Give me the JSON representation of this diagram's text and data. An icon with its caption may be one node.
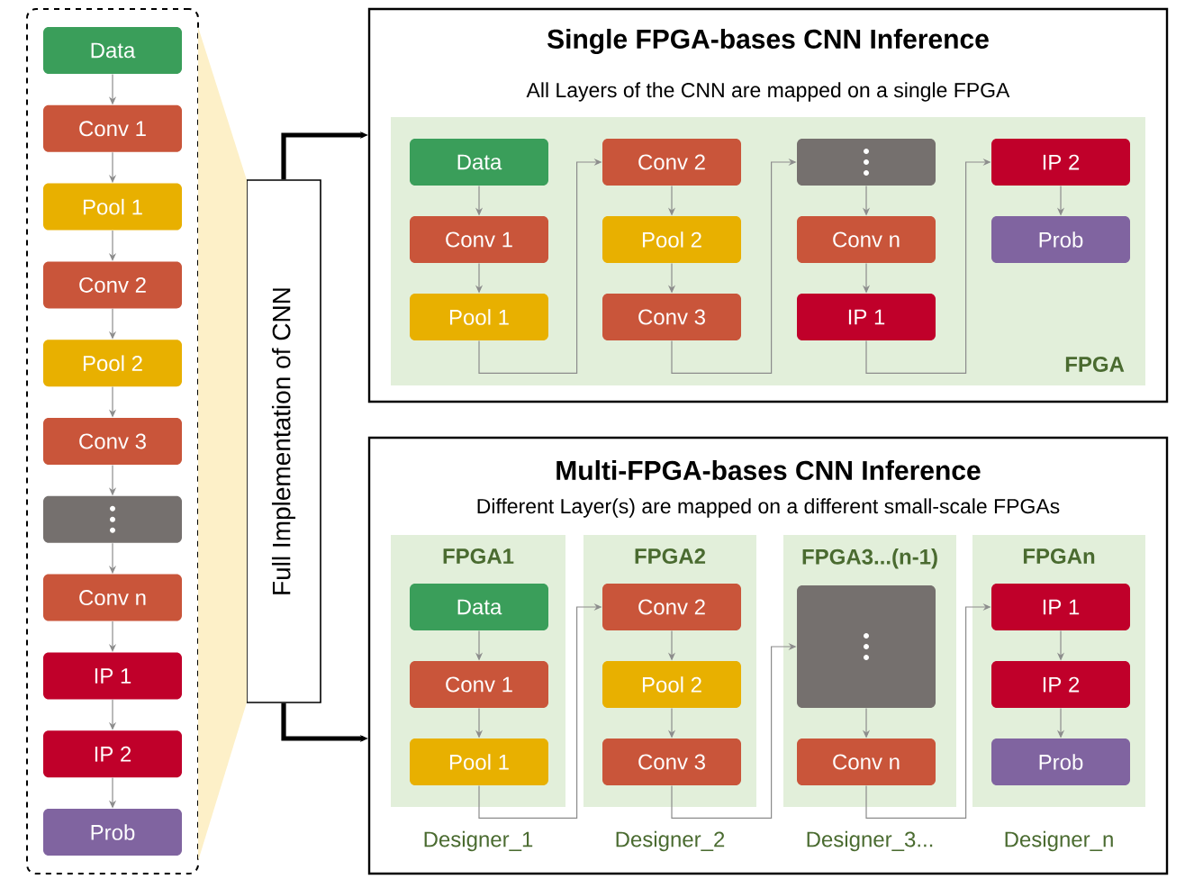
{
  "diagram": {
    "nodes": [
      {
        "text": [],
        "shape": "box"
      },
      {
        "text": [
          "Data"
        ],
        "in": 0
      },
      {
        "text": [
          "Conv 1"
        ],
        "in": 0
      },
      {
        "text": [
          "Pool 1"
        ],
        "in": 0
      },
      {
        "text": [
          "Conv 2"
        ],
        "in": 0
      },
      {
        "text": [
          "Pool 2"
        ],
        "in": 0
      },
      {
        "text": [
          "Conv 3"
        ],
        "in": 0
      },
      {
        "text": [],
        "shape": "box",
        "in": 0
      },
      {
        "text": [
          "Conv n"
        ],
        "in": 0
      },
      {
        "text": [
          "IP 1"
        ],
        "in": 0
      },
      {
        "text": [
          "IP 2"
        ],
        "in": 0
      },
      {
        "text": [
          "Prob"
        ],
        "in": 0
      },
      {
        "text": [
          "Full Implementation of CNN"
        ]
      },
      {
        "text": [
          "Single FPGA-bases CNN Inference",
          "All Layers of the CNN are mapped on a single FPGA"
        ]
      },
      {
        "text": [
          "FPGA"
        ],
        "in": 13
      },
      {
        "text": [
          "Data"
        ],
        "in": 14
      },
      {
        "text": [
          "Conv 1"
        ],
        "in": 14
      },
      {
        "text": [
          "Pool 1"
        ],
        "in": 14
      },
      {
        "text": [
          "Conv 2"
        ],
        "in": 14
      },
      {
        "text": [
          "Pool 2"
        ],
        "in": 14
      },
      {
        "text": [
          "Conv 3"
        ],
        "in": 14
      },
      {
        "text": [],
        "shape": "box",
        "in": 14
      },
      {
        "text": [
          "Conv n"
        ],
        "in": 14
      },
      {
        "text": [
          "IP 1"
        ],
        "in": 14
      },
      {
        "text": [
          "IP 2"
        ],
        "in": 14
      },
      {
        "text": [
          "Prob"
        ],
        "in": 14
      },
      {
        "text": [
          "Multi-FPGA-bases CNN Inference",
          "Different Layer(s) are mapped on a different small-scale FPGAs"
        ]
      },
      {
        "text": [
          "FPGA1"
        ],
        "in": 26,
        "beside": [
          "Designer_1"
        ]
      },
      {
        "text": [
          "Data"
        ],
        "in": 27
      },
      {
        "text": [
          "Conv 1"
        ],
        "in": 27
      },
      {
        "text": [
          "Pool 1"
        ],
        "in": 27
      },
      {
        "text": [
          "FPGA2"
        ],
        "in": 26,
        "beside": [
          "Designer_2"
        ]
      },
      {
        "text": [
          "Conv 2"
        ],
        "in": 31
      },
      {
        "text": [
          "Pool 2"
        ],
        "in": 31
      },
      {
        "text": [
          "Conv 3"
        ],
        "in": 31
      },
      {
        "text": [
          "FPGA3...(n-1)"
        ],
        "in": 26,
        "beside": [
          "Designer_3..."
        ]
      },
      {
        "text": [],
        "shape": "box",
        "in": 35
      },
      {
        "text": [
          "Conv n"
        ],
        "in": 35
      },
      {
        "text": [
          "FPGAn"
        ],
        "in": 26,
        "beside": [
          "Designer_n"
        ]
      },
      {
        "text": [
          "IP 1"
        ],
        "in": 38
      },
      {
        "text": [
          "IP 2"
        ],
        "in": 38
      },
      {
        "text": [
          "Prob"
        ],
        "in": 38
      },
      {
        "text": [],
        "shape": "trapezoid"
      }
    ],
    "edges": [
      {
        "from": 1,
        "to": 2,
        "arrow": "to"
      },
      {
        "from": 2,
        "to": 3,
        "arrow": "to"
      },
      {
        "from": 3,
        "to": 4,
        "arrow": "to"
      },
      {
        "from": 4,
        "to": 5,
        "arrow": "to"
      },
      {
        "from": 5,
        "to": 6,
        "arrow": "to"
      },
      {
        "from": 6,
        "to": 7,
        "arrow": "to"
      },
      {
        "from": 7,
        "to": 8,
        "arrow": "to"
      },
      {
        "from": 8,
        "to": 9,
        "arrow": "to"
      },
      {
        "from": 9,
        "to": 10,
        "arrow": "to"
      },
      {
        "from": 10,
        "to": 11,
        "arrow": "to"
      },
      {
        "from": 12,
        "to": 13,
        "arrow": "to",
        "style": "thick",
        "color": "#000000"
      },
      {
        "from": 12,
        "to": 26,
        "arrow": "to",
        "style": "thick",
        "color": "#000000"
      },
      {
        "from": 15,
        "to": 16,
        "arrow": "to"
      },
      {
        "from": 16,
        "to": 17,
        "arrow": "to"
      },
      {
        "from": 17,
        "to": 18,
        "arrow": "to"
      },
      {
        "from": 18,
        "to": 19,
        "arrow": "to"
      },
      {
        "from": 19,
        "to": 20,
        "arrow": "to"
      },
      {
        "from": 20,
        "to": 21,
        "arrow": "to"
      },
      {
        "from": 21,
        "to": 22,
        "arrow": "to"
      },
      {
        "from": 22,
        "to": 23,
        "arrow": "to"
      },
      {
        "from": 23,
        "to": 24,
        "arrow": "to"
      },
      {
        "from": 24,
        "to": 25,
        "arrow": "to"
      },
      {
        "from": 28,
        "to": 29,
        "arrow": "to"
      },
      {
        "from": 29,
        "to": 30,
        "arrow": "to"
      },
      {
        "from": 30,
        "to": 32,
        "arrow": "to"
      },
      {
        "from": 32,
        "to": 33,
        "arrow": "to"
      },
      {
        "from": 33,
        "to": 34,
        "arrow": "to"
      },
      {
        "from": 34,
        "to": 36,
        "arrow": "to"
      },
      {
        "from": 36,
        "to": 37,
        "arrow": "to"
      },
      {
        "from": 37,
        "to": 39,
        "arrow": "to"
      },
      {
        "from": 39,
        "to": 40,
        "arrow": "to"
      },
      {
        "from": 40,
        "to": 41,
        "arrow": "to"
      }
    ]
  }
}
